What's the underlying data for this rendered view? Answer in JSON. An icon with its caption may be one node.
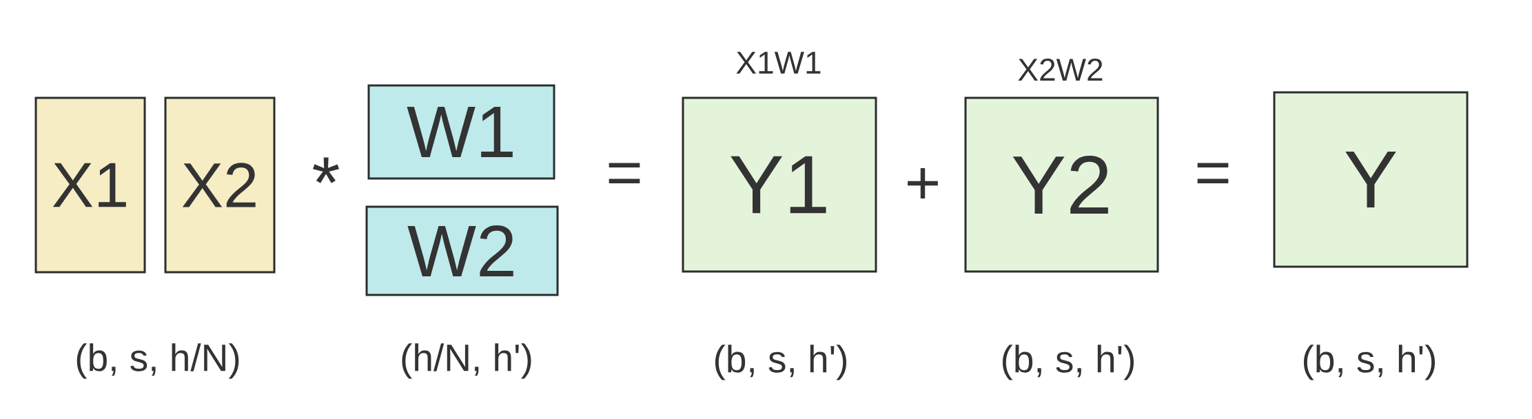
{
  "diagram": {
    "nodes": [
      {
        "text": [
          "X1"
        ]
      },
      {
        "text": [
          "X2"
        ]
      },
      {
        "text": [
          "W1"
        ]
      },
      {
        "text": [
          "W2"
        ]
      },
      {
        "text": [
          "Y1"
        ],
        "beside": [
          "X1W1"
        ]
      },
      {
        "text": [
          "Y2"
        ],
        "beside": [
          "X2W2"
        ]
      },
      {
        "text": [
          "Y"
        ]
      }
    ],
    "labels": [
      "*",
      "=",
      "+",
      "=",
      "(b, s, h/N)",
      "(h/N, h')",
      "(b, s, h')",
      "(b, s, h')",
      "(b, s, h')"
    ]
  }
}
